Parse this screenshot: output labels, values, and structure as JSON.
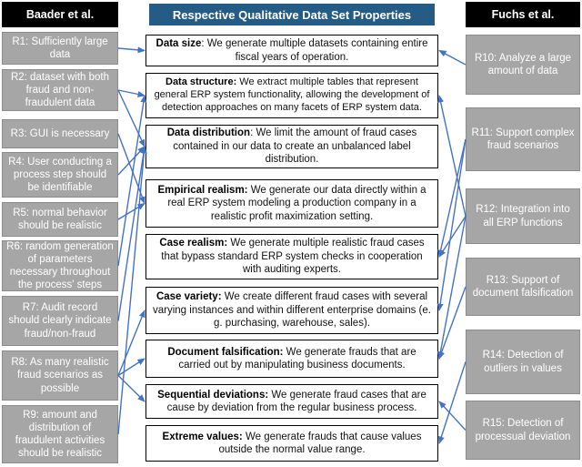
{
  "diagram": {
    "left_header": "Baader et al.",
    "center_header": "Respective Qualitative Data Set Properties",
    "right_header": "Fuchs et al.",
    "colors": {
      "arrow": "#4472C4",
      "center_header_bg": "#255C85",
      "side_header_bg": "#000000",
      "requirement_bg": "#A6A6A6",
      "property_border": "#000000"
    },
    "left_requirements": [
      {
        "id": "r1",
        "label": "R1: Sufficiently large data"
      },
      {
        "id": "r2",
        "label": "R2: dataset with both fraud and non-fraudulent data"
      },
      {
        "id": "r3",
        "label": "R3: GUI is necessary"
      },
      {
        "id": "r4",
        "label": "R4: User conducting a process step should be identifiable"
      },
      {
        "id": "r5",
        "label": "R5: normal behavior should be realistic"
      },
      {
        "id": "r6",
        "label": "R6: random generation of parameters necessary throughout the process' steps"
      },
      {
        "id": "r7",
        "label": "R7: Audit record should clearly indicate fraud/non-fraud"
      },
      {
        "id": "r8",
        "label": "R8: As many realistic fraud scenarios as possible"
      },
      {
        "id": "r9",
        "label": "R9: amount and distribution of fraudulent activities should be realistic"
      }
    ],
    "right_requirements": [
      {
        "id": "r10",
        "label": "R10: Analyze a large amount of data"
      },
      {
        "id": "r11",
        "label": "R11: Support complex fraud scenarios"
      },
      {
        "id": "r12",
        "label": "R12: Integration into all ERP functions"
      },
      {
        "id": "r13",
        "label": "R13: Support of document falsification"
      },
      {
        "id": "r14",
        "label": "R14: Detection of outliers in values"
      },
      {
        "id": "r15",
        "label": "R15: Detection of processual deviation"
      }
    ],
    "properties": [
      {
        "id": "data_size",
        "bold": "Data size",
        "text": ": We generate multiple datasets containing entire fiscal years of operation."
      },
      {
        "id": "data_structure",
        "bold": "Data structure:",
        "text": " We extract multiple tables that represent general ERP system functionality, allowing the development of detection approaches on many facets of ERP system data."
      },
      {
        "id": "data_distribution",
        "bold": "Data distribution",
        "text": ": We limit the amount of fraud cases contained in our data to create an unbalanced label distribution."
      },
      {
        "id": "empirical_realism",
        "bold": "Empirical realism:",
        "text": " We generate our data directly within a real ERP system modeling a production company in a realistic profit maximization setting."
      },
      {
        "id": "case_realism",
        "bold": "Case realism:",
        "text": " We generate multiple realistic fraud cases that bypass standard ERP system checks in cooperation with auditing experts."
      },
      {
        "id": "case_variety",
        "bold": "Case variety:",
        "text": " We create different fraud cases with several varying instances and within different enterprise domains (e. g. purchasing, warehouse, sales)."
      },
      {
        "id": "document_falsification",
        "bold": "Document falsification:",
        "text": " We generate frauds that are carried out by manipulating business documents."
      },
      {
        "id": "sequential_deviations",
        "bold": "Sequential deviations:",
        "text": " We generate fraud cases that are cause by deviation from the regular business process."
      },
      {
        "id": "extreme_values",
        "bold": "Extreme values:",
        "text": " We generate frauds that cause values outside the normal value range."
      }
    ],
    "connections": [
      {
        "from": "r1",
        "to": "data_size"
      },
      {
        "from": "r2",
        "to": "data_structure"
      },
      {
        "from": "r2",
        "to": "data_distribution"
      },
      {
        "from": "r3",
        "to": "empirical_realism"
      },
      {
        "from": "r4",
        "to": "data_distribution"
      },
      {
        "from": "r5",
        "to": "empirical_realism"
      },
      {
        "from": "r6",
        "to": "data_structure"
      },
      {
        "from": "r7",
        "to": "data_distribution"
      },
      {
        "from": "r8",
        "to": "case_variety"
      },
      {
        "from": "r8",
        "to": "document_falsification"
      },
      {
        "from": "r8",
        "to": "sequential_deviations"
      },
      {
        "from": "r9",
        "to": "data_distribution"
      },
      {
        "from": "r10",
        "to": "data_size"
      },
      {
        "from": "r11",
        "to": "case_realism"
      },
      {
        "from": "r11",
        "to": "case_variety"
      },
      {
        "from": "r12",
        "to": "data_structure"
      },
      {
        "from": "r12",
        "to": "case_realism"
      },
      {
        "from": "r12",
        "to": "document_falsification"
      },
      {
        "from": "r13",
        "to": "document_falsification"
      },
      {
        "from": "r14",
        "to": "extreme_values"
      },
      {
        "from": "r15",
        "to": "sequential_deviations"
      }
    ]
  }
}
